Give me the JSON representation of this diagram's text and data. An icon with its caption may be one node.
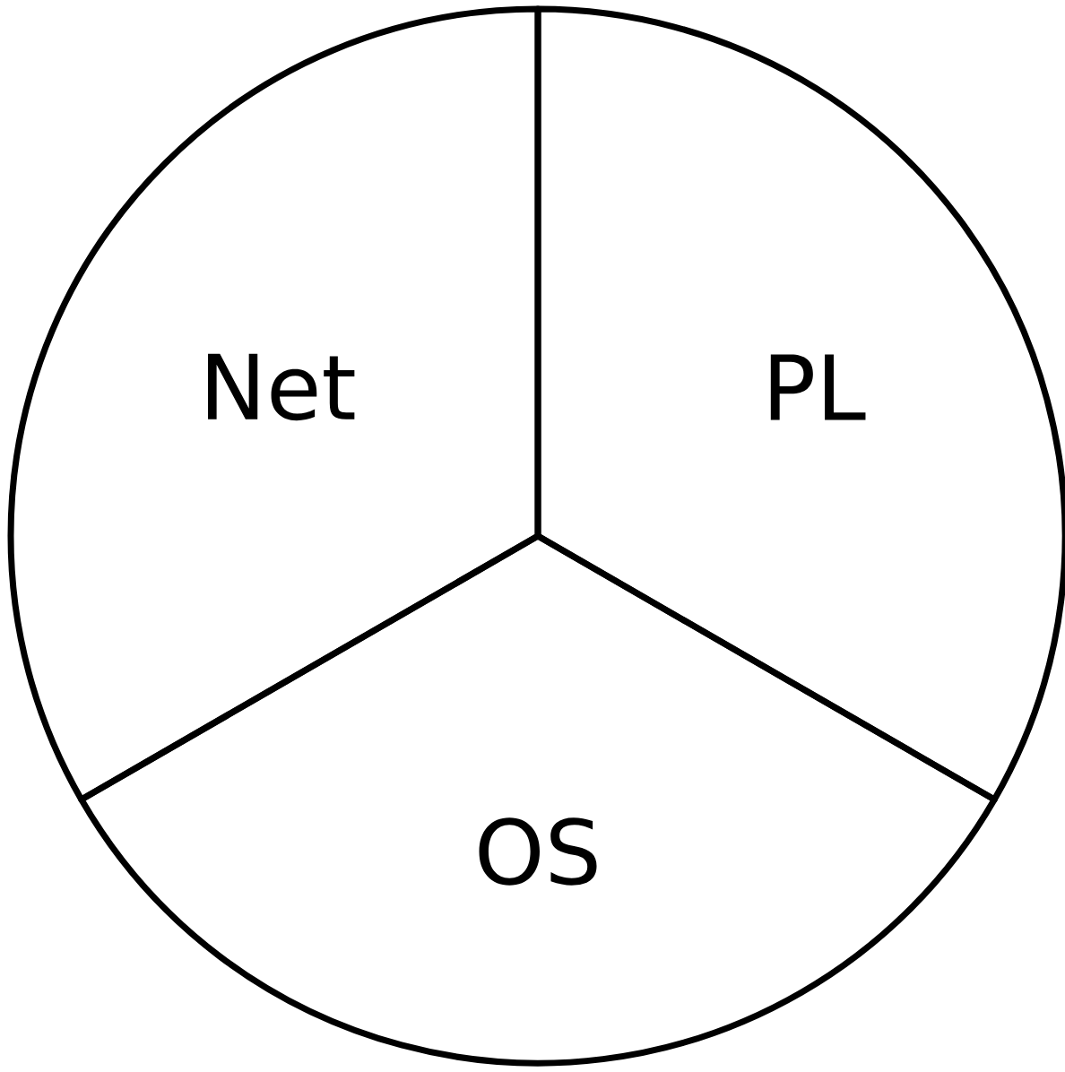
{
  "diagram": {
    "nodes": [
      {
        "text": [
          "Net"
        ]
      },
      {
        "text": [
          "PL"
        ]
      },
      {
        "text": [
          "OS"
        ]
      }
    ]
  }
}
